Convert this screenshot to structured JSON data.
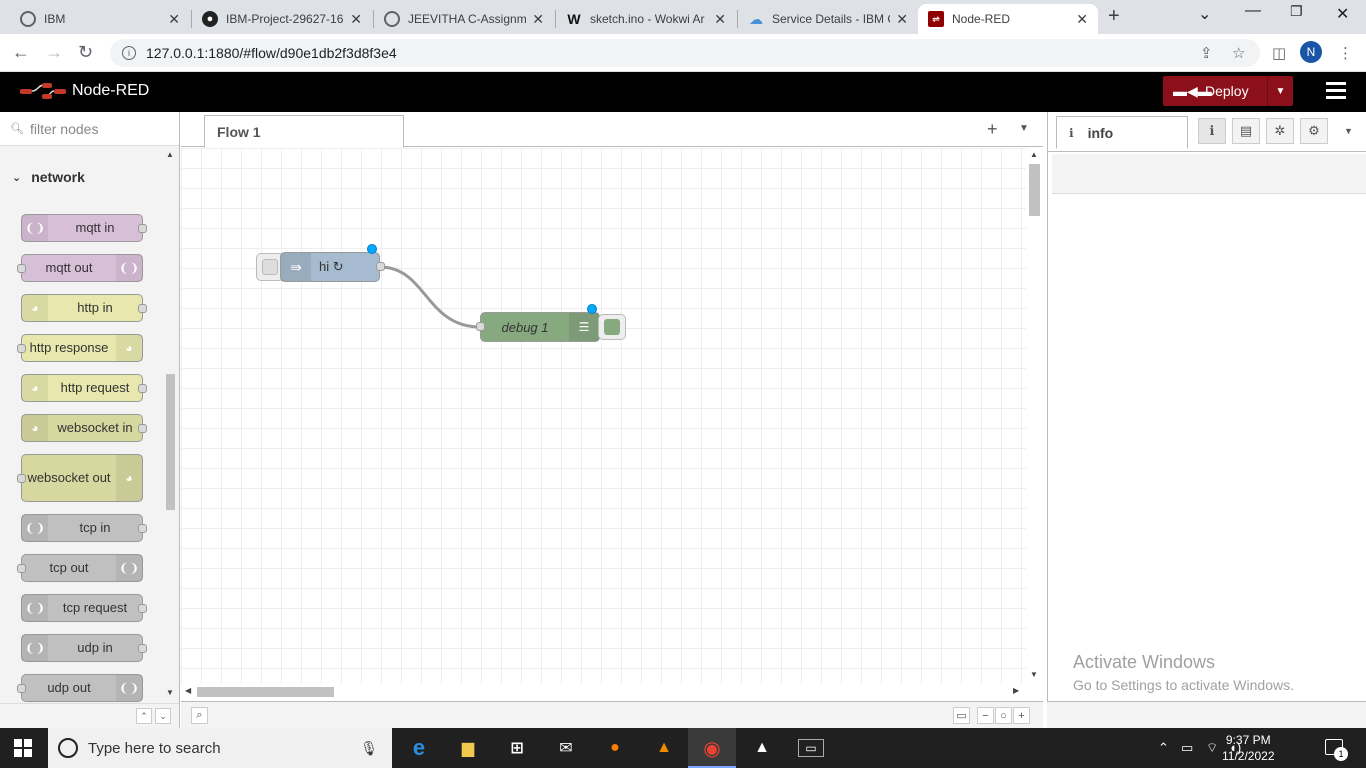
{
  "browser": {
    "tabs": [
      {
        "title": "IBM",
        "favicon": "globe-icon"
      },
      {
        "title": "IBM-Project-29627-16",
        "favicon": "github-icon"
      },
      {
        "title": "JEEVITHA C-Assignme",
        "favicon": "globe-icon"
      },
      {
        "title": "sketch.ino - Wokwi Ar",
        "favicon": "wokwi-icon"
      },
      {
        "title": "Service Details - IBM C",
        "favicon": "cloud-icon"
      },
      {
        "title": "Node-RED",
        "favicon": "node-red-icon"
      }
    ],
    "url": "127.0.0.1:1880/#flow/d90e1db2f3d8f3e4",
    "profile_initial": "N"
  },
  "header": {
    "title": "Node-RED",
    "deploy_label": "Deploy"
  },
  "palette": {
    "filter_placeholder": "filter nodes",
    "category": "network",
    "nodes": [
      {
        "label": "mqtt in",
        "color": "#d8bfd8"
      },
      {
        "label": "mqtt out",
        "color": "#d8bfd8"
      },
      {
        "label": "http in",
        "color": "#e7e7ae"
      },
      {
        "label": "http response",
        "color": "#e7e7ae"
      },
      {
        "label": "http request",
        "color": "#e7e7ae"
      },
      {
        "label": "websocket in",
        "color": "#d7d7a0"
      },
      {
        "label": "websocket out",
        "color": "#d7d7a0"
      },
      {
        "label": "tcp in",
        "color": "#c0c0c0"
      },
      {
        "label": "tcp out",
        "color": "#c0c0c0"
      },
      {
        "label": "tcp request",
        "color": "#c0c0c0"
      },
      {
        "label": "udp in",
        "color": "#c0c0c0"
      },
      {
        "label": "udp out",
        "color": "#c0c0c0"
      }
    ]
  },
  "workspace": {
    "flow_tab": "Flow 1",
    "inject_label": "hi ↻",
    "debug_label": "debug 1",
    "inject_color": "#a6bbcf",
    "debug_color": "#87a980"
  },
  "sidebar": {
    "tab_label": "info",
    "watermark_title": "Activate Windows",
    "watermark_sub": "Go to Settings to activate Windows."
  },
  "taskbar": {
    "search_placeholder": "Type here to search",
    "time": "9:37 PM",
    "date": "11/2/2022",
    "notif_count": "1"
  }
}
